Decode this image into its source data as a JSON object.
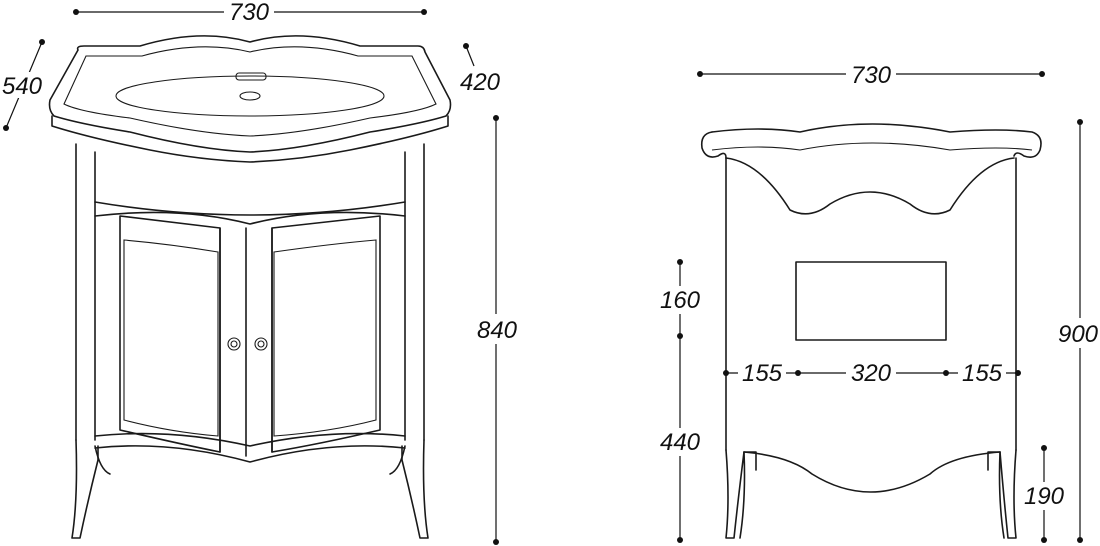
{
  "front_view": {
    "width_label": "730",
    "depth_outer_label": "540",
    "depth_inner_label": "420",
    "height_label": "840"
  },
  "side_view": {
    "width_label": "730",
    "height_label": "900",
    "upper_label": "160",
    "lower_label": "440",
    "leg_label": "190",
    "left_offset_label": "155",
    "center_width_label": "320",
    "right_offset_label": "155"
  }
}
